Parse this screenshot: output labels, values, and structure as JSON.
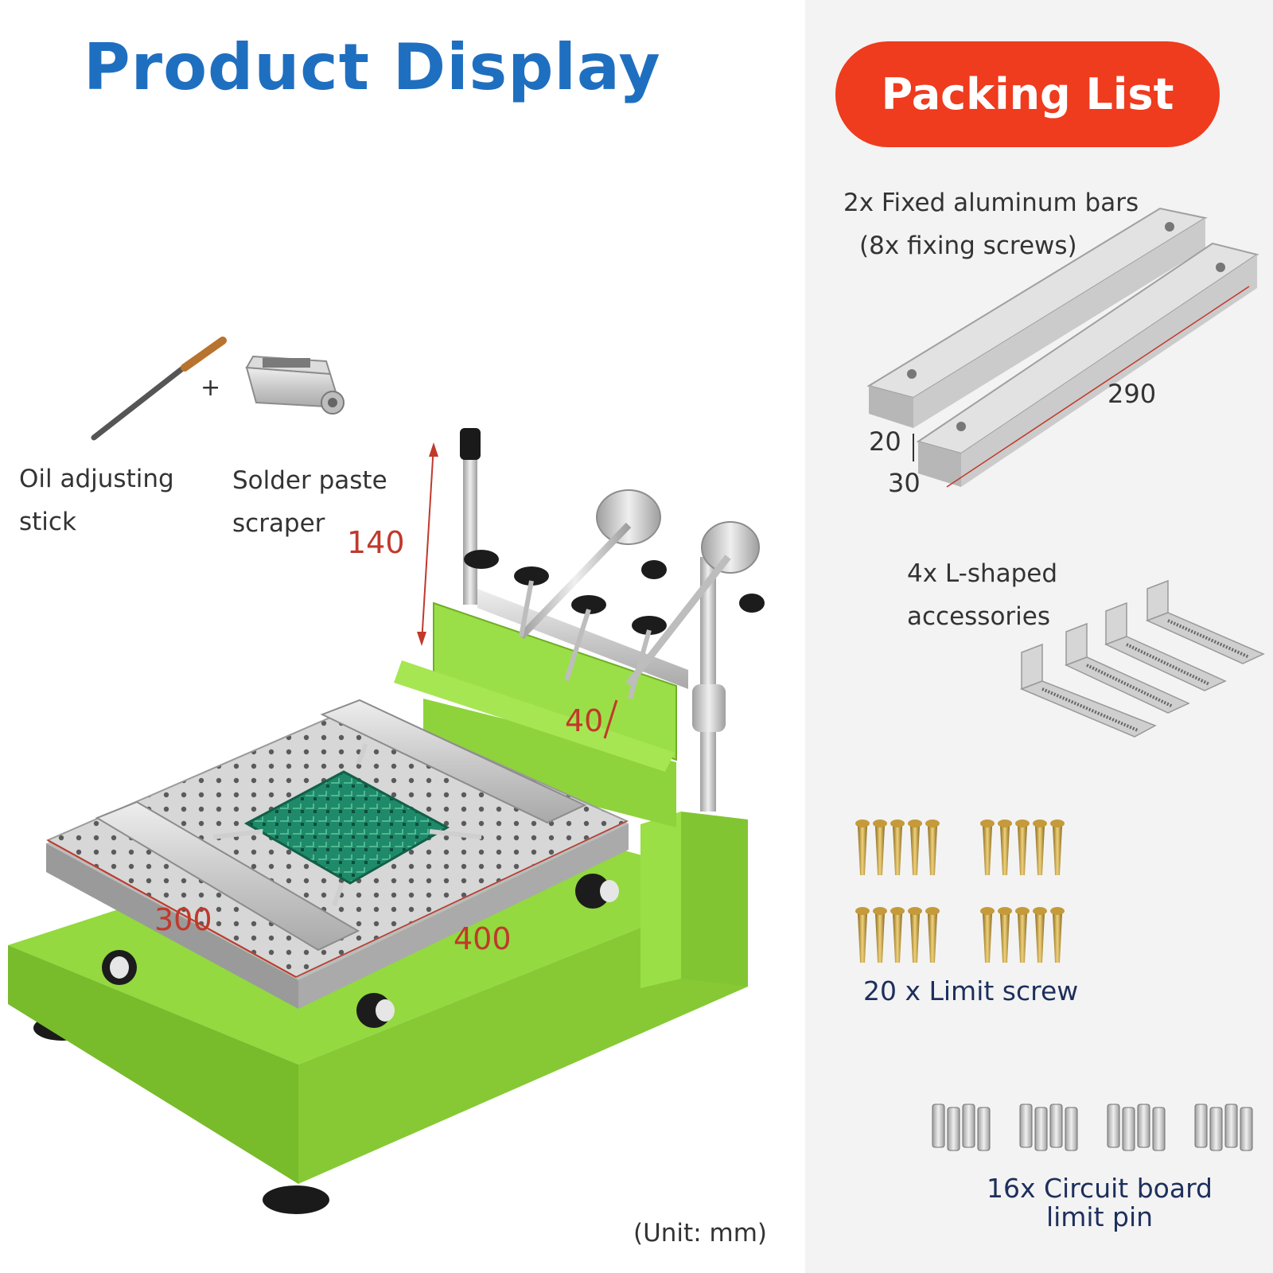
{
  "left": {
    "title": "Product Display",
    "accessories": {
      "plus": "+",
      "oil_stick_label": [
        "Oil adjusting",
        "stick"
      ],
      "scraper_label": [
        "Solder paste",
        "scraper"
      ]
    },
    "dimensions": {
      "height": "140",
      "scraper": "40",
      "width": "300",
      "length": "400"
    },
    "unit_note": "(Unit: mm)"
  },
  "right": {
    "header": "Packing List",
    "items": {
      "bars_label": [
        "2x Fixed aluminum bars",
        "(8x fixing screws)"
      ],
      "bar_dims": {
        "length": "290",
        "height": "20",
        "width": "30"
      },
      "l_shaped_label": [
        "4x L-shaped",
        "accessories"
      ],
      "limit_screw_label": "20 x Limit screw",
      "limit_pin_label": [
        "16x Circuit board",
        "limit pin"
      ]
    }
  },
  "colors": {
    "title_blue": "#1f6fc0",
    "header_red": "#ef3b1e",
    "machine_green": "#8fd63a",
    "dimension_red": "#c0392b",
    "right_bg": "#f3f3f3"
  }
}
